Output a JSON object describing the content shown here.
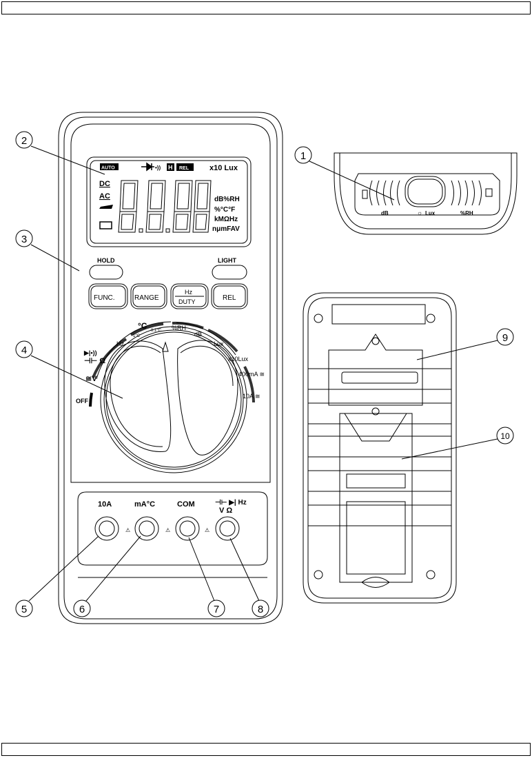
{
  "callouts": [
    "1",
    "2",
    "3",
    "4",
    "5",
    "6",
    "7",
    "8",
    "9",
    "10"
  ],
  "lcd": {
    "auto": "AUTO",
    "hold": "H",
    "rel": "REL",
    "x10lux": "x10 Lux",
    "dc": "DC",
    "ac": "AC",
    "units": [
      "dB%RH",
      "%°C°F",
      "kMΩHz",
      "nμmFAV"
    ]
  },
  "buttons": {
    "hold": "HOLD",
    "light": "LIGHT",
    "func": "FUNC.",
    "range": "RANGE",
    "hz": "Hz",
    "duty": "DUTY",
    "rel": "REL"
  },
  "dial": {
    "off": "OFF",
    "v": "≅V",
    "ohm": "⊣⊢ Ω",
    "hz": "Hz",
    "celsius": "°C",
    "c1": "1°C",
    "c01": "0.1°C",
    "rh": "%RH",
    "db": "dB",
    "lux": "Lux",
    "x10lux": "x10Lux",
    "ma400": "400mA ≅",
    "a10": "10A ≅"
  },
  "jacks": {
    "a10": "10A",
    "ma": "mA°C",
    "com": "COM",
    "vhz_top": "⊣⊢ ▶| Hz",
    "vhz_bottom": "V  Ω"
  },
  "top_view": {
    "db": "dB",
    "lux": "Lux",
    "rh": "%RH"
  }
}
